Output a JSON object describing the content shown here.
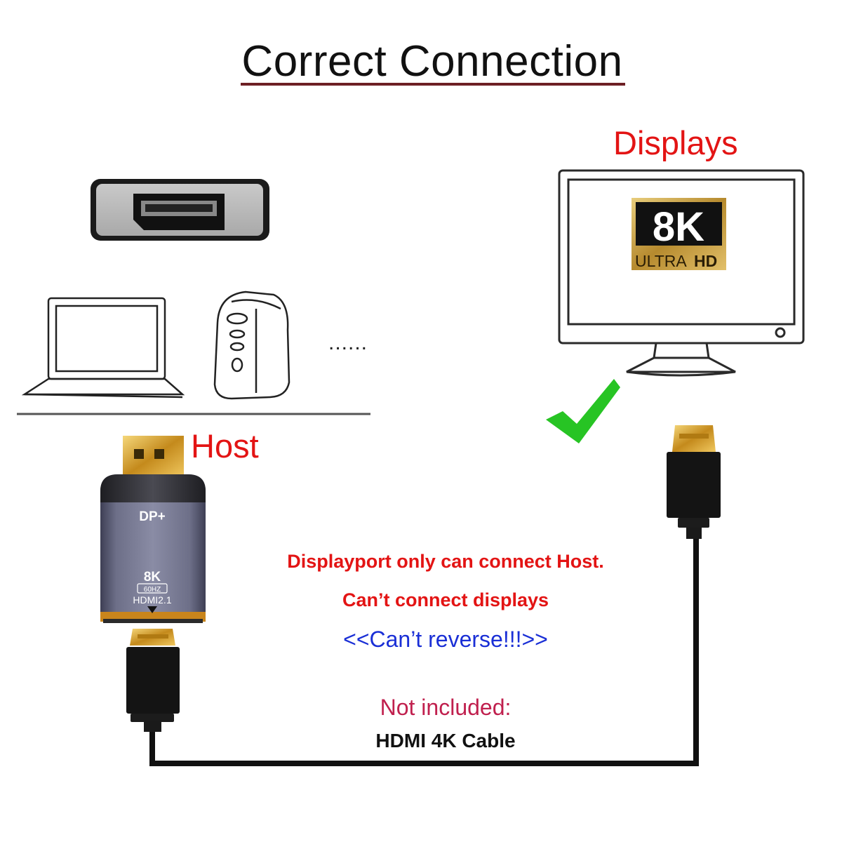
{
  "title": "Correct Connection",
  "host_label": "Host",
  "displays_label": "Displays",
  "ellipsis": "......",
  "badge": {
    "main": "8K",
    "left": "ULTRA",
    "right": "HD"
  },
  "adapter": {
    "top": "DP+",
    "res": "8K",
    "hz": "60HZ",
    "ver": "HDMI2.1"
  },
  "notes": {
    "line1": "Displayport only can connect Host.",
    "line2": "Can’t connect displays",
    "line3": "<<Can’t reverse!!!>>",
    "line4": "Not included:",
    "line5": "HDMI 4K Cable"
  },
  "colors": {
    "warning_red": "#e31414",
    "reverse_blue": "#1a2fd6",
    "not_included": "#c0204e",
    "check_green": "#27c424",
    "badge_gold": "#c9a24a"
  },
  "icons": [
    "displayport-socket-icon",
    "laptop-icon",
    "desktop-tower-icon",
    "monitor-icon",
    "check-icon",
    "adapter-icon",
    "hdmi-plug-icon"
  ]
}
